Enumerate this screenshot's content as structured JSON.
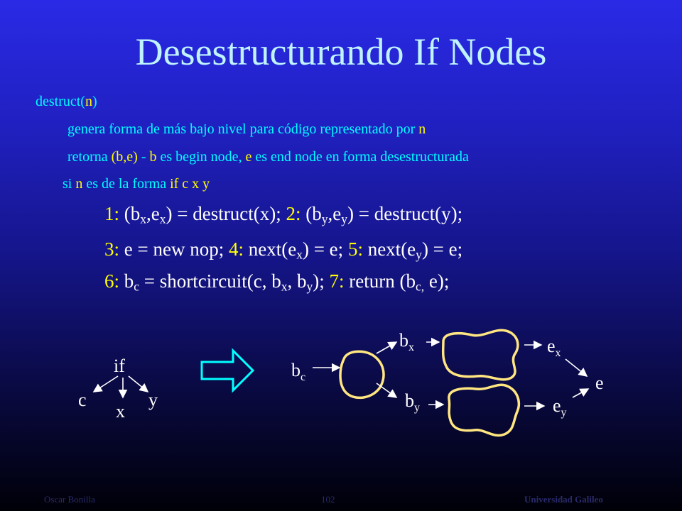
{
  "title": "Desestructurando If Nodes",
  "lines": {
    "l1": [
      "destruct(",
      "n",
      ")"
    ],
    "l2": [
      "genera forma de más bajo nivel para código representado por ",
      "n"
    ],
    "l3": [
      "retorna ",
      "(b,e)",
      " - ",
      "b",
      " es begin node, ",
      "e",
      " es end node en forma desestructurada"
    ],
    "l4": [
      "si ",
      "n",
      " es de la forma ",
      "if c x y"
    ]
  },
  "steps": {
    "s1_num": "1:",
    "s1_a": " (b",
    "s1_sub1": "x",
    "s1_b": ",e",
    "s1_sub2": "x",
    "s1_c": ") = destruct(x);",
    "s2_num": "2:",
    "s2_a": " (b",
    "s2_sub1": "y",
    "s2_b": ",e",
    "s2_sub2": "y",
    "s2_c": ") = destruct(y);",
    "s3_num": "3:",
    "s3_a": " e = new nop;",
    "s4_num": "4:",
    "s4_a": " next(e",
    "s4_sub": "x",
    "s4_b": ") = e;",
    "s5_num": "5:",
    "s5_a": " next(e",
    "s5_sub": "y",
    "s5_b": ") = e;",
    "s6_num": "6:",
    "s6_a": " b",
    "s6_sub1": "c",
    "s6_b": " = shortcircuit(c, b",
    "s6_sub2": "x",
    "s6_c": ", b",
    "s6_sub3": "y",
    "s6_d": ");",
    "s7_num": "7:",
    "s7_a": " return (b",
    "s7_sub": "c,",
    "s7_b": " e);"
  },
  "tree": {
    "root": "if",
    "left": "c",
    "middle": "x",
    "right": "y"
  },
  "graph": {
    "bc": "b",
    "bc_sub": "c",
    "bx": "b",
    "bx_sub": "x",
    "by": "b",
    "by_sub": "y",
    "ex": "e",
    "ex_sub": "x",
    "ey": "e",
    "ey_sub": "y",
    "e": "e"
  },
  "footer": {
    "author": "Oscar Bonilla",
    "page": "102",
    "org": "Universidad Galileo"
  },
  "colors": {
    "cyan": "#00ffff",
    "yellow": "#ffff00",
    "title": "#bff4ff",
    "shape_stroke": "#ffe680"
  }
}
